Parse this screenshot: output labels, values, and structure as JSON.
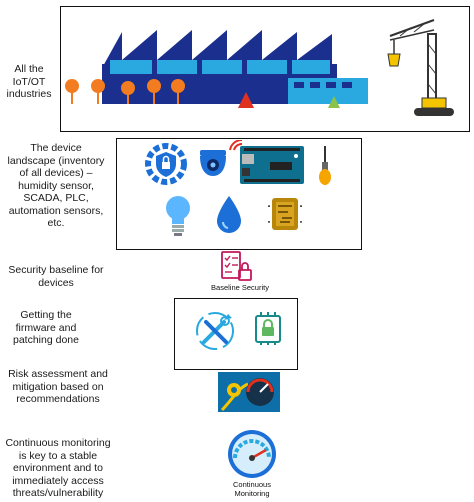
{
  "rows": [
    {
      "label": "All the IoT/OT industries"
    },
    {
      "label": "The device landscape (inventory of all devices) – humidity sensor, SCADA, PLC, automation sensors, etc."
    },
    {
      "label": "Security baseline for devices"
    },
    {
      "label": "Getting the firmware and patching done"
    },
    {
      "label": "Risk assessment and mitigation based on recommendations"
    },
    {
      "label": "Continuous monitoring is key to a stable environment and to immediately access threats/vulnerability"
    }
  ],
  "captions": {
    "baseline": "Baseline Security",
    "monitoring_line1": "Continuous",
    "monitoring_line2": "Monitoring"
  },
  "icons": [
    "factory-icon",
    "crane-icon",
    "shield-gear-icon",
    "security-camera-icon",
    "arduino-board-icon",
    "temperature-sensor-icon",
    "lightbulb-icon",
    "water-drop-icon",
    "circuit-chip-icon",
    "checklist-lock-icon",
    "tools-icon",
    "lock-chip-icon",
    "risk-gauge-icon",
    "monitoring-gauge-icon"
  ],
  "colors": {
    "navy": "#1b2f8f",
    "cyan": "#2aa9e0",
    "orange": "#f47c20",
    "red": "#e0301e",
    "yellow": "#f5c400",
    "pink": "#c2185b",
    "teal": "#178a8a"
  }
}
